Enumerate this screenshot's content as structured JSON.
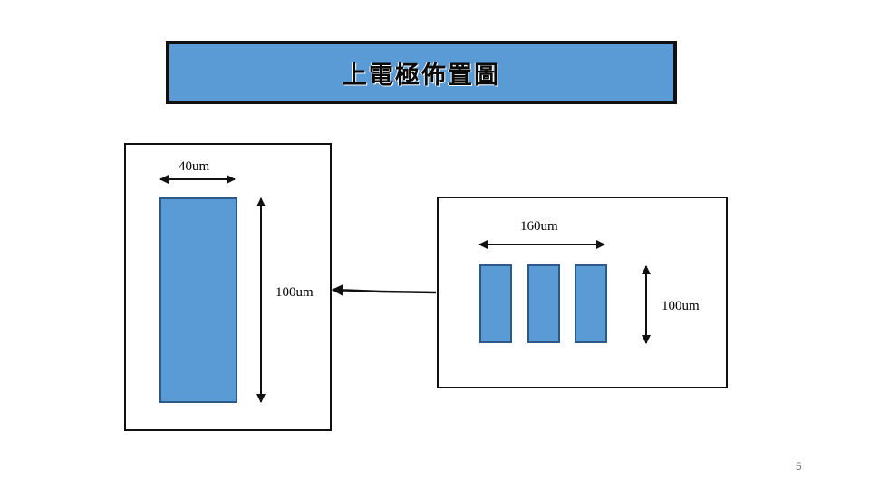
{
  "title": "上電極佈置圖",
  "labels": {
    "left_width": "40um",
    "left_height": "100um",
    "right_width": "160um",
    "right_height": "100um"
  },
  "page_number": "5",
  "colors": {
    "electrode_fill": "#5b9bd5",
    "electrode_border": "#2a5a85",
    "title_fill": "#5b9bd5",
    "outline": "#111111"
  }
}
